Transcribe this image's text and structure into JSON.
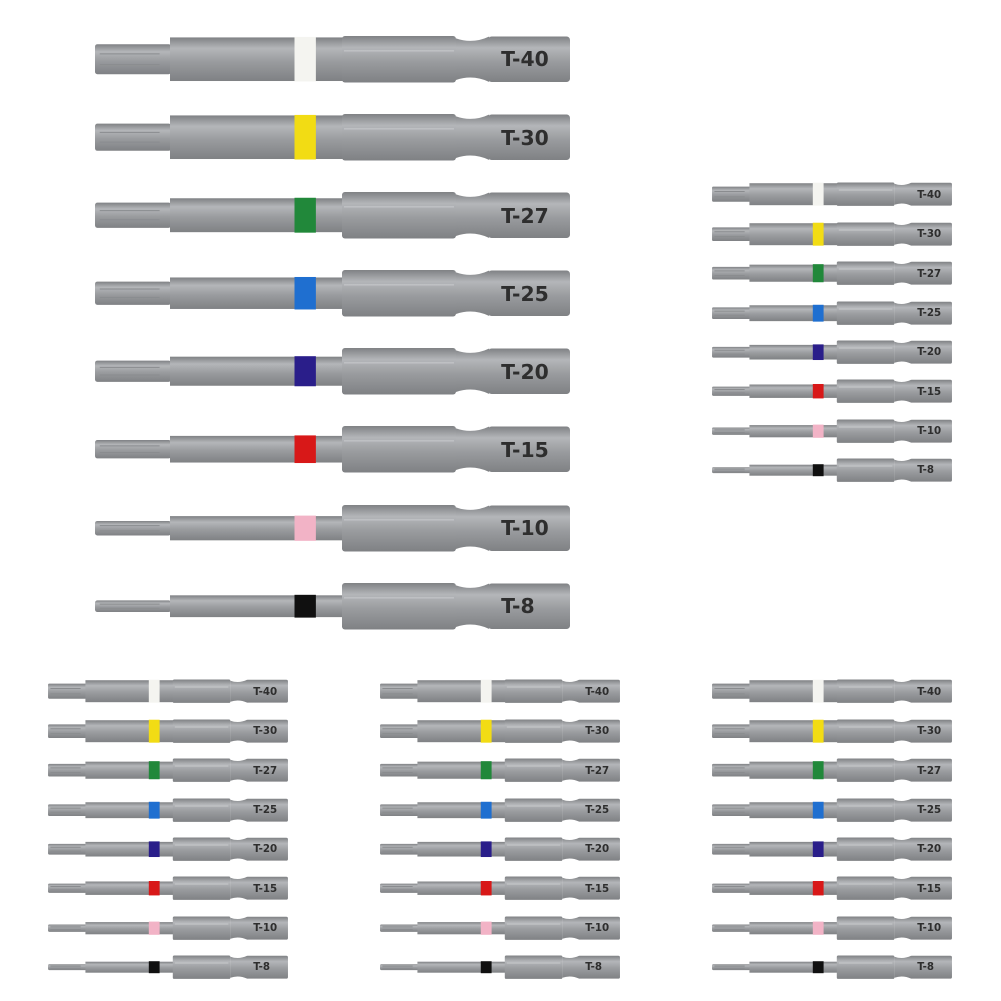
{
  "product": {
    "bits": [
      {
        "size": "T-40",
        "band_color": "#f4f4f0"
      },
      {
        "size": "T-30",
        "band_color": "#f2dc14"
      },
      {
        "size": "T-27",
        "band_color": "#21883a"
      },
      {
        "size": "T-25",
        "band_color": "#1f6fd0"
      },
      {
        "size": "T-20",
        "band_color": "#2a1e8a"
      },
      {
        "size": "T-15",
        "band_color": "#d81818"
      },
      {
        "size": "T-10",
        "band_color": "#f2b3c6"
      },
      {
        "size": "T-8",
        "band_color": "#101010"
      }
    ]
  },
  "sets": [
    {
      "id": "large"
    },
    {
      "id": "small-top-right"
    },
    {
      "id": "small-bottom-left"
    },
    {
      "id": "small-bottom-center"
    },
    {
      "id": "small-bottom-right"
    }
  ],
  "colors": {
    "steel_light": "#b4b6b9",
    "steel_mid": "#9a9c9f",
    "steel_dark": "#7f8184",
    "background": "#ffffff"
  }
}
